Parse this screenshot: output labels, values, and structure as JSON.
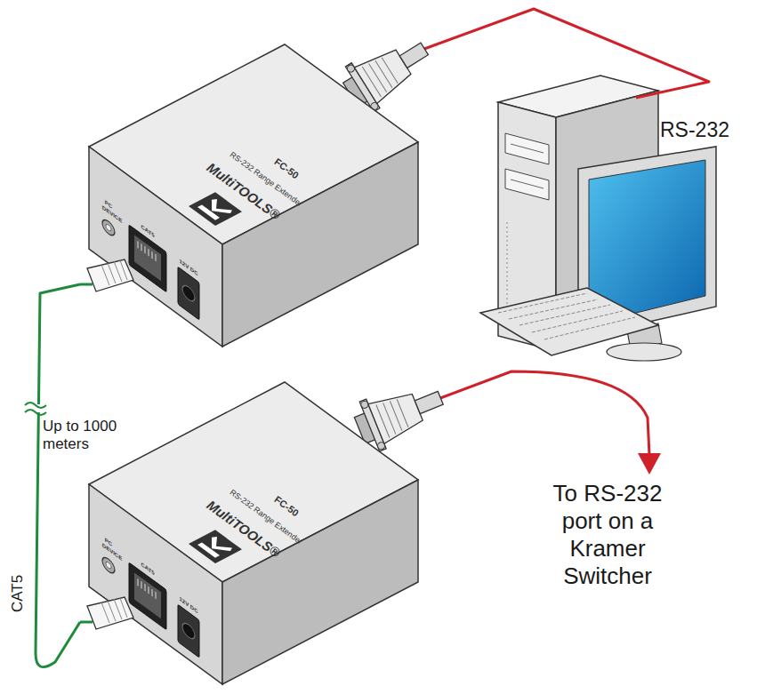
{
  "diagram": {
    "nodes": [
      {
        "text": [
          "MultiTOOLS®",
          "FC-50",
          "RS-232 Range Extender",
          "PC",
          "DEVICE",
          "CAT5",
          "12V DC"
        ]
      },
      {
        "text": [
          "MultiTOOLS®",
          "FC-50",
          "RS-232 Range Extender",
          "PC",
          "DEVICE",
          "CAT5",
          "12V DC"
        ]
      }
    ],
    "edges": [
      {
        "from": 0,
        "to": 1,
        "arrow": "none",
        "label": "CAT5"
      }
    ],
    "labels": [
      "RS-232",
      "Up to 1000 meters",
      "To RS-232 port on a Kramer Switcher"
    ]
  }
}
